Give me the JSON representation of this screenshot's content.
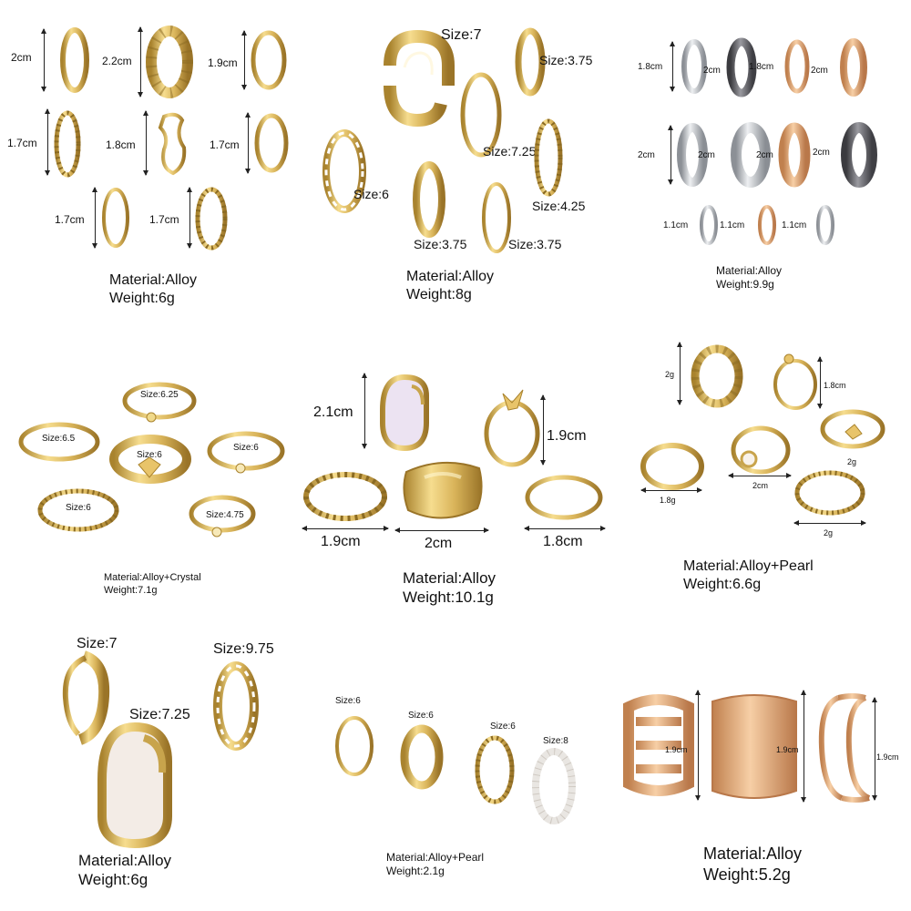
{
  "p1": {
    "labels": [
      "2cm",
      "2.2cm",
      "1.9cm",
      "1.7cm",
      "1.8cm",
      "1.7cm",
      "1.7cm",
      "1.7cm"
    ],
    "material": "Material:Alloy",
    "weight": "Weight:6g"
  },
  "p2": {
    "labels": [
      "Size:7",
      "Size:3.75",
      "Size:7.25",
      "Size:6",
      "Size:4.25",
      "Size:3.75",
      "Size:3.75"
    ],
    "material": "Material:Alloy",
    "weight": "Weight:8g"
  },
  "p3": {
    "labels": [
      "1.8cm",
      "2cm",
      "1.8cm",
      "2cm",
      "2cm",
      "2cm",
      "2cm",
      "2cm",
      "1.1cm",
      "1.1cm",
      "1.1cm"
    ],
    "material": "Material:Alloy",
    "weight": "Weight:9.9g"
  },
  "p4": {
    "labels": [
      "Size:6.25",
      "Size:6.5",
      "Size:6",
      "Size:6",
      "Size:6",
      "Size:4.75"
    ],
    "material": "Material:Alloy+Crystal",
    "weight": "Weight:7.1g"
  },
  "p5": {
    "labels": [
      "2.1cm",
      "1.9cm",
      "1.9cm",
      "2cm",
      "1.8cm"
    ],
    "material": "Material:Alloy",
    "weight": "Weight:10.1g"
  },
  "p6": {
    "labels": [
      "2g",
      "1.8cm",
      "2g",
      "1.8g",
      "2cm",
      "2g"
    ],
    "material": "Material:Alloy+Pearl",
    "weight": "Weight:6.6g"
  },
  "p7": {
    "labels": [
      "Size:7",
      "Size:9.75",
      "Size:7.25"
    ],
    "material": "Material:Alloy",
    "weight": "Weight:6g"
  },
  "p8": {
    "labels": [
      "Size:6",
      "Size:6",
      "Size:6",
      "Size:8"
    ],
    "material": "Material:Alloy+Pearl",
    "weight": "Weight:2.1g"
  },
  "p9": {
    "labels": [
      "1.9cm",
      "1.9cm",
      "1.9cm"
    ],
    "material": "Material:Alloy",
    "weight": "Weight:5.2g"
  },
  "colors": {
    "gold": "#d9b45a",
    "gold_dark": "#a9832e",
    "silver": "#b8bcc2",
    "gunmetal": "#5b5b60",
    "rose": "#e2a878",
    "enamel": "#f3ece6"
  }
}
